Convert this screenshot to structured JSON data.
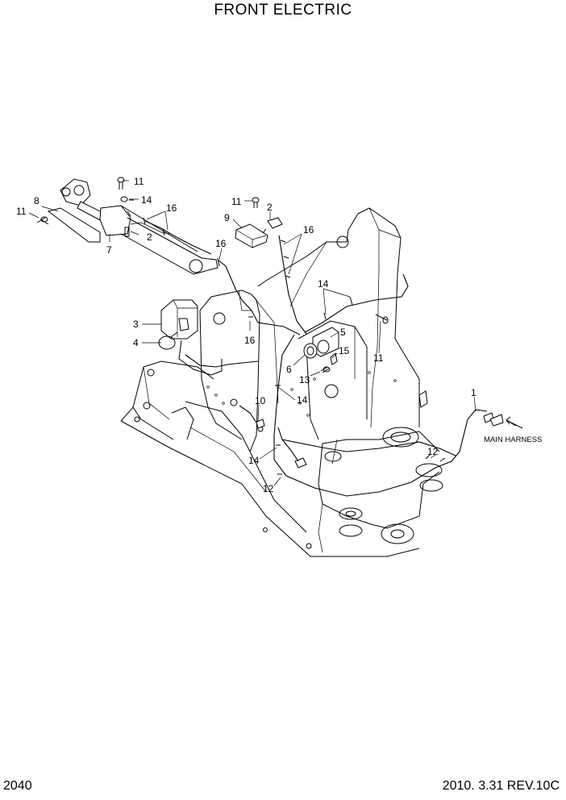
{
  "title": "FRONT ELECTRIC",
  "page_number": "2040",
  "revision": "2010. 3.31  REV.10C",
  "annotations": {
    "main_harness": "MAIN HARNESS"
  },
  "callouts": [
    "11",
    "14",
    "16",
    "8",
    "11",
    "2",
    "7",
    "11",
    "2",
    "9",
    "16",
    "16",
    "14",
    "3",
    "4",
    "16",
    "5",
    "15",
    "6",
    "13",
    "14",
    "11",
    "10",
    "14",
    "1",
    "12",
    "12"
  ]
}
